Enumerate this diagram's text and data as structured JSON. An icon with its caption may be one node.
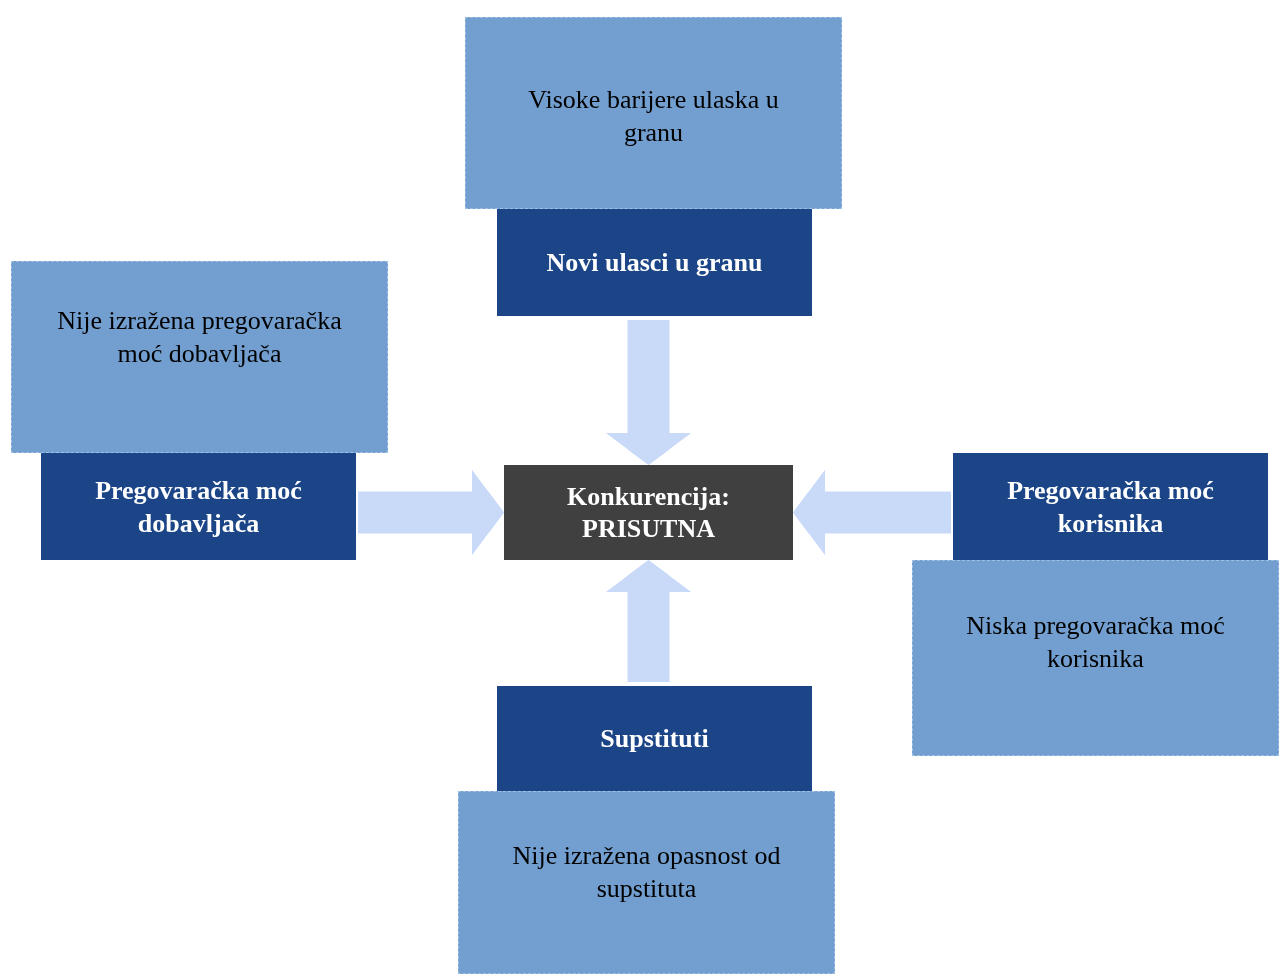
{
  "diagram": {
    "nodes": [
      {
        "text": [
          "Visoke barijere ulaska u granu"
        ]
      },
      {
        "text": [
          "Novi ulasci u granu"
        ]
      },
      {
        "text": [
          "Nije izražena pregovaračka moć dobavljača"
        ]
      },
      {
        "text": [
          "Pregovaračka moć dobavljača"
        ]
      },
      {
        "text": [
          "Konkurencija: PRISUTNA"
        ]
      },
      {
        "text": [
          "Pregovaračka moć korisnika"
        ]
      },
      {
        "text": [
          "Niska pregovaračka moć korisnika"
        ]
      },
      {
        "text": [
          "Supstituti"
        ]
      },
      {
        "text": [
          "Nije izražena opasnost od supstituta"
        ]
      }
    ],
    "edges": [
      {
        "from": 1,
        "to": 4,
        "arrow": "to"
      },
      {
        "from": 3,
        "to": 4,
        "arrow": "to"
      },
      {
        "from": 5,
        "to": 4,
        "arrow": "to"
      },
      {
        "from": 7,
        "to": 4,
        "arrow": "to"
      }
    ]
  }
}
